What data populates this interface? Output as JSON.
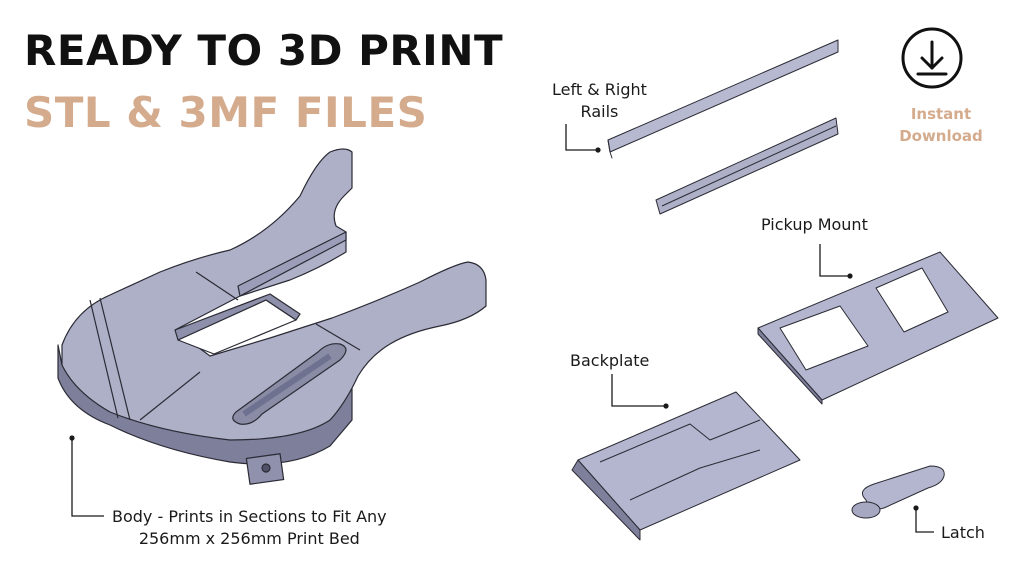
{
  "heading": {
    "line1": "READY TO 3D PRINT",
    "line2": "STL & 3MF FILES"
  },
  "badge": {
    "icon": "download-icon",
    "line1": "Instant",
    "line2": "Download"
  },
  "labels": {
    "rails_1": "Left & Right",
    "rails_2": "Rails",
    "pickup": "Pickup Mount",
    "backplate": "Backplate",
    "body_1": "Body - Prints in Sections to Fit Any",
    "body_2": "256mm x 256mm Print Bed",
    "latch": "Latch"
  },
  "colors": {
    "title_dark": "#111111",
    "title_accent": "#d4ab8c",
    "part_fill": "#a6a8c2",
    "part_top": "#b4b6cf",
    "part_side": "#7d7f9b",
    "edge": "#2b2b35"
  }
}
